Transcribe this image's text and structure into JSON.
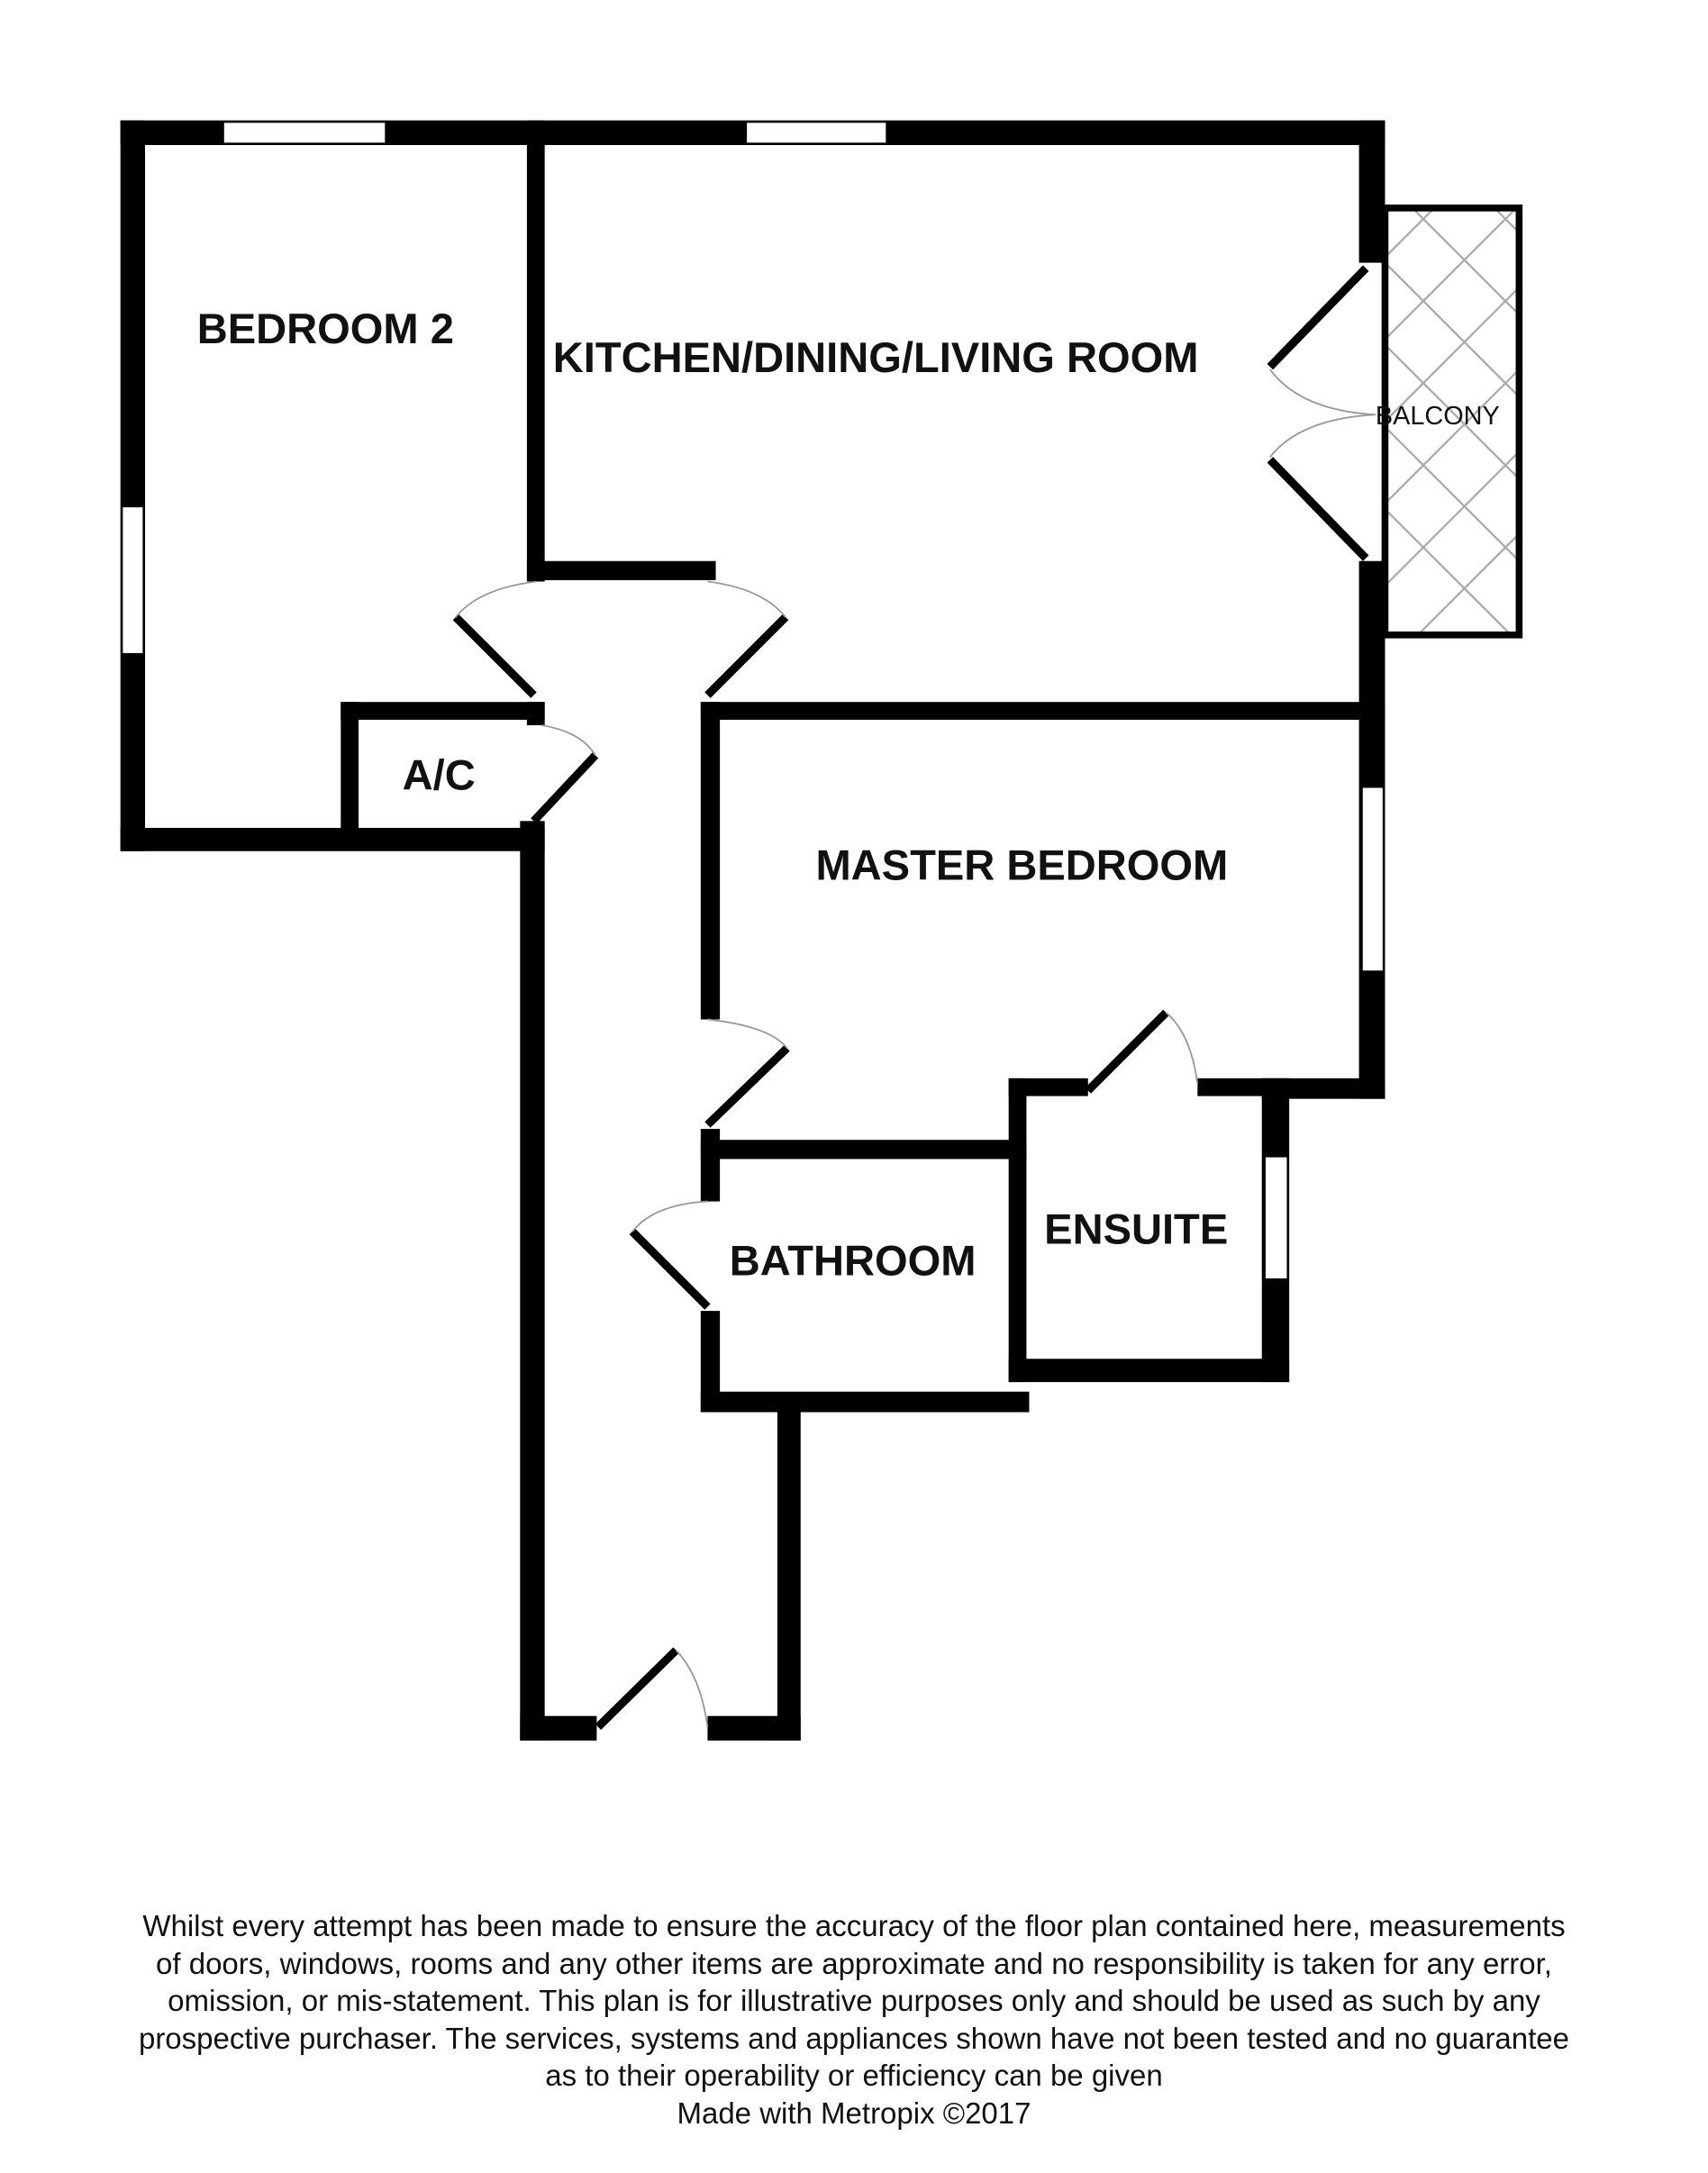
{
  "rooms": {
    "bedroom2": "BEDROOM 2",
    "kitchen": "KITCHEN/DINING/LIVING ROOM",
    "balcony": "BALCONY",
    "ac": "A/C",
    "master": "MASTER BEDROOM",
    "ensuite": "ENSUITE",
    "bathroom": "BATHROOM"
  },
  "footer": {
    "disclaimer_lines": [
      "Whilst every attempt has been made to ensure the accuracy of the floor plan contained here, measurements",
      "of doors, windows, rooms and any other items are approximate and no responsibility is taken for any error,",
      "omission, or mis-statement. This plan is for illustrative purposes only and should be used as such by any",
      "prospective purchaser. The services, systems and appliances shown have not been tested and no guarantee",
      "as to their operability or efficiency can be given"
    ],
    "credit": "Made with Metropix ©2017"
  }
}
